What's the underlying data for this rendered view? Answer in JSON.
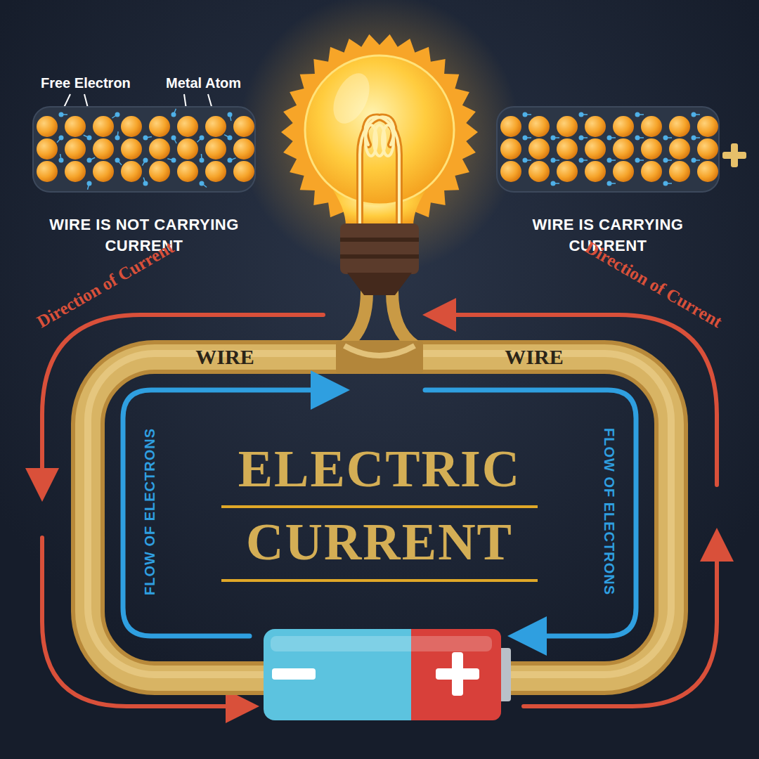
{
  "diagram": {
    "title": "ELECTRIC CURRENT",
    "nodes": [
      {
        "text": [
          "WIRE IS NOT CARRYING CURRENT"
        ]
      },
      {
        "text": [
          "WIRE IS CARRYING CURRENT"
        ]
      }
    ],
    "labels": [
      "Free Electron",
      "Metal Atom",
      "Direction of Current",
      "Direction of Current",
      "WIRE",
      "WIRE",
      "FLOW OF ELECTRONS",
      "FLOW OF ELECTRONS"
    ]
  }
}
